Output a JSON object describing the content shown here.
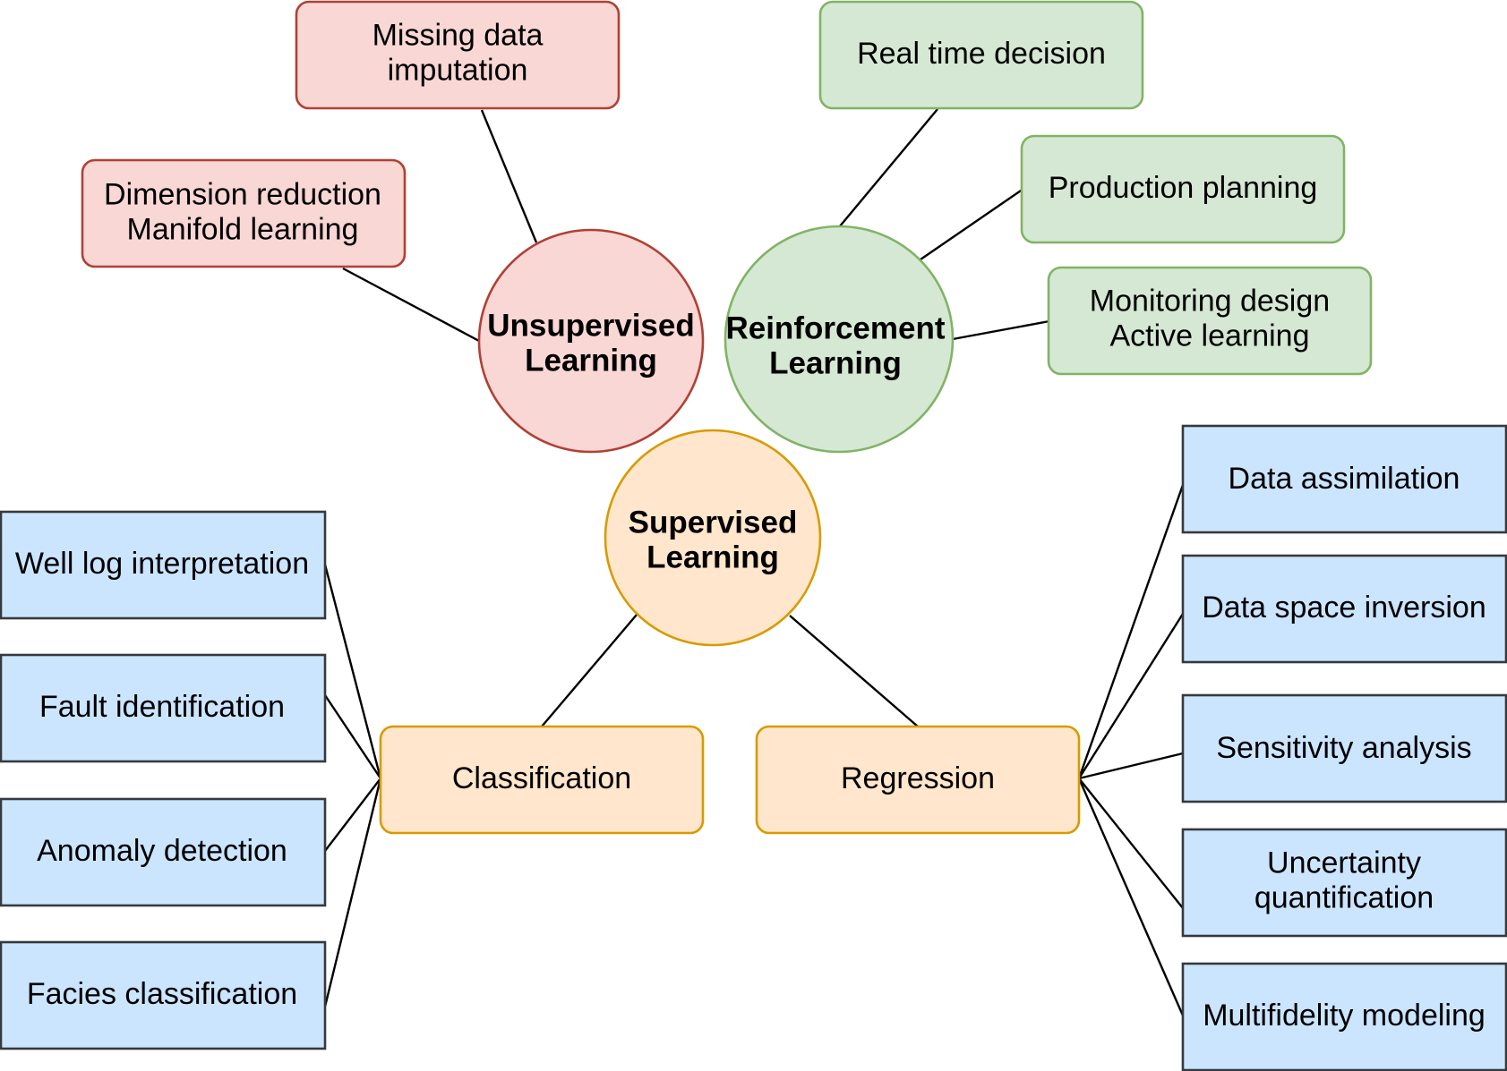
{
  "colors": {
    "unsupervised_fill": "#f8d7d5",
    "unsupervised_stroke": "#b14035",
    "reinforcement_fill": "#d5e8d4",
    "reinforcement_stroke": "#82b366",
    "supervised_fill": "#ffe6cc",
    "supervised_stroke": "#d79b00",
    "application_fill": "#cce5ff",
    "application_stroke": "#36393d",
    "edge": "#000000"
  },
  "unsupervised": {
    "title": [
      "Unsupervised",
      "Learning"
    ],
    "missing_data": [
      "Missing data",
      "imputation"
    ],
    "dimension": [
      "Dimension reduction",
      "Manifold learning"
    ]
  },
  "reinforcement": {
    "title": [
      "Reinforcement",
      "Learning"
    ],
    "real_time": [
      "Real time decision"
    ],
    "production": [
      "Production planning"
    ],
    "monitoring": [
      "Monitoring design",
      "Active learning"
    ]
  },
  "supervised": {
    "title": [
      "Supervised",
      "Learning"
    ],
    "classification": {
      "label": [
        "Classification"
      ],
      "items": [
        [
          "Well log interpretation"
        ],
        [
          "Fault identification"
        ],
        [
          "Anomaly detection"
        ],
        [
          "Facies classification"
        ]
      ]
    },
    "regression": {
      "label": [
        "Regression"
      ],
      "items": [
        [
          "Data assimilation"
        ],
        [
          "Data space inversion"
        ],
        [
          "Sensitivity analysis"
        ],
        [
          "Uncertainty",
          "quantification"
        ],
        [
          "Multifidelity modeling"
        ]
      ]
    }
  }
}
